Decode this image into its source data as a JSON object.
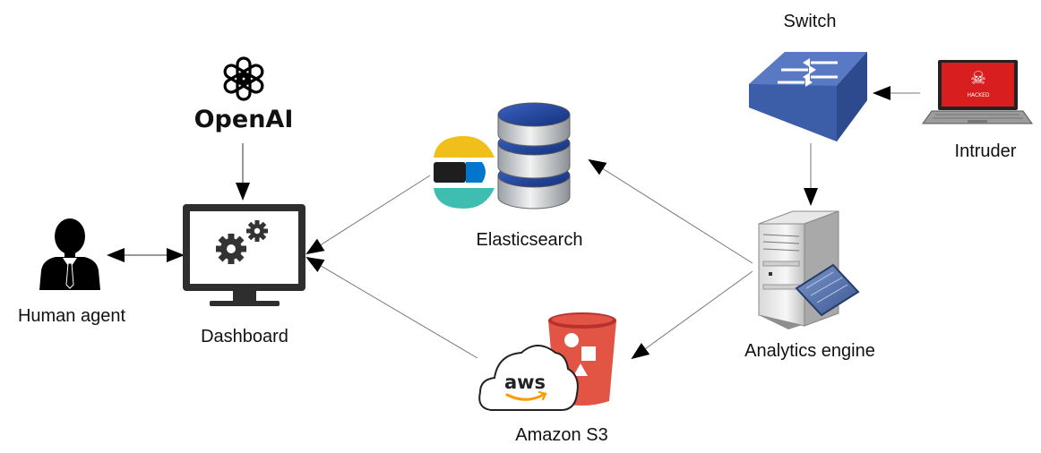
{
  "diagram": {
    "nodes": {
      "openai": {
        "logo_text": "OpenAI",
        "icon": "openai-logo-icon"
      },
      "dashboard": {
        "label": "Dashboard",
        "icon": "monitor-gears-icon"
      },
      "human_agent": {
        "label": "Human agent",
        "icon": "person-icon"
      },
      "elasticsearch": {
        "label": "Elasticsearch",
        "icon": "elasticsearch-database-icon"
      },
      "amazon_s3": {
        "label": "Amazon S3",
        "icon": "aws-s3-bucket-icon",
        "logo_text": "aws"
      },
      "analytics_engine": {
        "label": "Analytics engine",
        "icon": "server-icon"
      },
      "switch": {
        "label": "Switch",
        "icon": "network-switch-icon"
      },
      "intruder": {
        "label": "Intruder",
        "icon": "hacked-laptop-icon",
        "screen_text": "HACKED"
      }
    },
    "edges": [
      {
        "from": "openai",
        "to": "dashboard"
      },
      {
        "from": "dashboard",
        "to": "human_agent",
        "bidirectional": true
      },
      {
        "from": "elasticsearch",
        "to": "dashboard"
      },
      {
        "from": "amazon_s3",
        "to": "dashboard"
      },
      {
        "from": "analytics_engine",
        "to": "elasticsearch"
      },
      {
        "from": "analytics_engine",
        "to": "amazon_s3"
      },
      {
        "from": "switch",
        "to": "analytics_engine"
      },
      {
        "from": "intruder",
        "to": "switch"
      }
    ],
    "colors": {
      "edge": "#000000",
      "elastic_yellow": "#F0BF1A",
      "elastic_teal": "#3EBEB0",
      "elastic_blue": "#07C",
      "db_blue": "#1F3F8F",
      "switch_blue": "#4E6FB7",
      "s3_red": "#E25444",
      "hacked_red": "#D81E1E"
    }
  }
}
